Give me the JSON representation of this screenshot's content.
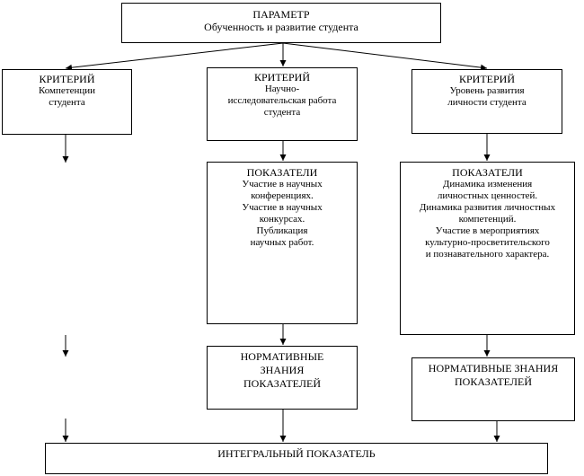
{
  "parameter": {
    "heading": "ПАРАМЕТР",
    "text": "Обученность и развитие студента"
  },
  "criteria": [
    {
      "heading": "КРИТЕРИЙ",
      "text": "Компетенции\nстудента"
    },
    {
      "heading": "КРИТЕРИЙ",
      "text": "Научно-\nисследовательская работа\nстудента"
    },
    {
      "heading": "КРИТЕРИЙ",
      "text": "Уровень развития\nличности студента"
    }
  ],
  "indicators": [
    {
      "heading": "ПОКАЗАТЕЛИ",
      "text": "Участие в научных\nконференциях.\nУчастие в научных\nконкурсах.\nПубликация\nнаучных работ."
    },
    {
      "heading": "ПОКАЗАТЕЛИ",
      "text": "Динамика изменения\nличностных ценностей.\nДинамика развития личностных\nкомпетенций.\nУчастие в мероприятиях\nкультурно-просветительского\nи познавательного характера."
    }
  ],
  "norms": [
    {
      "text": "НОРМАТИВНЫЕ\nЗНАНИЯ\nПОКАЗАТЕЛЕЙ"
    },
    {
      "text": "НОРМАТИВНЫЕ ЗНАНИЯ\nПОКАЗАТЕЛЕЙ"
    }
  ],
  "integral": {
    "text": "ИНТЕГРАЛЬНЫЙ ПОКАЗАТЕЛЬ"
  }
}
